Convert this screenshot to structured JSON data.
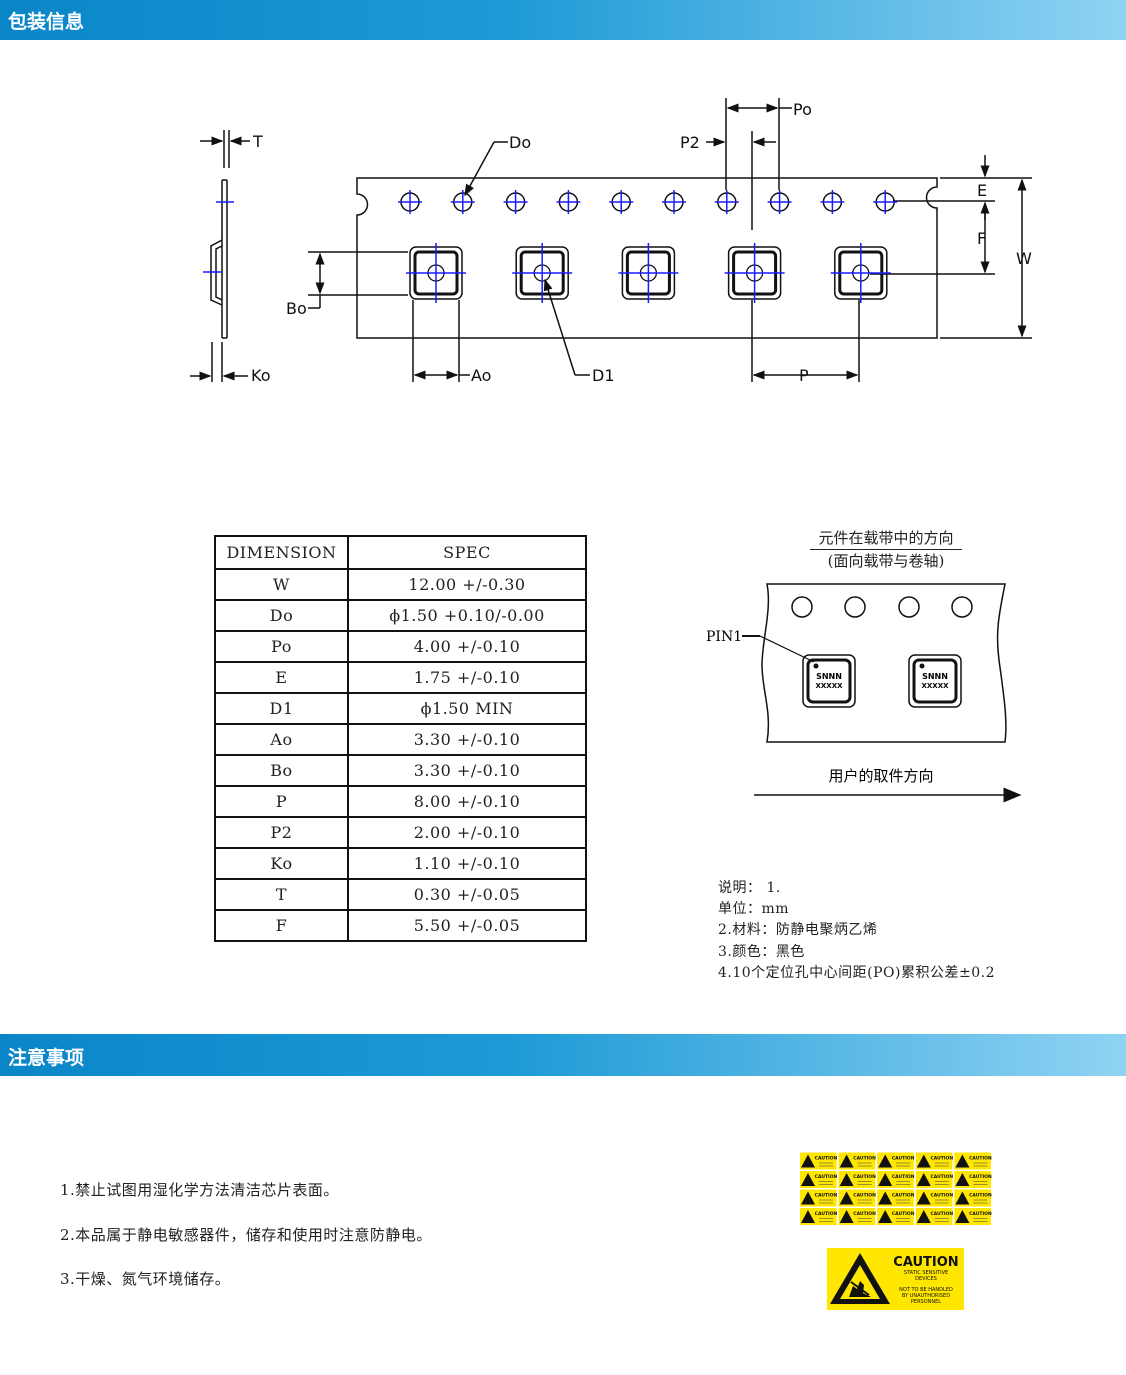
{
  "sections": {
    "packaging_title": "包装信息",
    "precautions_title": "注意事项"
  },
  "drawing": {
    "labels": {
      "t": "T",
      "do": "Do",
      "p2": "P2",
      "po": "Po",
      "e": "E",
      "f": "F",
      "w": "W",
      "bo": "Bo",
      "ko": "Ko",
      "ao": "Ao",
      "d1": "D1",
      "p": "P"
    }
  },
  "spec_table": {
    "headers": [
      "DIMENSION",
      "SPEC"
    ],
    "rows": [
      {
        "dim": "W",
        "spec": "12.00 +/-0.30"
      },
      {
        "dim": "Do",
        "spec": "ϕ1.50 +0.10/-0.00"
      },
      {
        "dim": "Po",
        "spec": "4.00 +/-0.10"
      },
      {
        "dim": "E",
        "spec": "1.75 +/-0.10"
      },
      {
        "dim": "D1",
        "spec": "ϕ1.50 MIN"
      },
      {
        "dim": "Ao",
        "spec": "3.30 +/-0.10"
      },
      {
        "dim": "Bo",
        "spec": "3.30 +/-0.10"
      },
      {
        "dim": "P",
        "spec": "8.00 +/-0.10"
      },
      {
        "dim": "P2",
        "spec": "2.00 +/-0.10"
      },
      {
        "dim": "Ko",
        "spec": "1.10 +/-0.10"
      },
      {
        "dim": "T",
        "spec": "0.30 +/-0.05"
      },
      {
        "dim": "F",
        "spec": "5.50 +/-0.05"
      }
    ]
  },
  "orientation": {
    "title_line1": "元件在载带中的方向",
    "title_line2": "(面向载带与卷轴)",
    "pin_label": "PIN1",
    "chip_text_1": "SNNN",
    "chip_text_2": "XXXXX",
    "direction_label": "用户的取件方向"
  },
  "notes": [
    "说明：    1.",
    "单位：mm",
    "2.材料：防静电聚炳乙烯",
    "3.颜色：黑色",
    "4.10个定位孔中心间距(PO)累积公差±0.2"
  ],
  "precautions": [
    "1.禁止试图用湿化学方法清洁芯片表面。",
    "2.本品属于静电敏感器件，储存和使用时注意防静电。",
    "3.干燥、氮气环境储存。"
  ],
  "caution_label": {
    "title": "CAUTION",
    "line1": "STATIC SENSITIVE",
    "line2": "DEVICES",
    "line3": "NOT TO BE HANDLED",
    "line4": "BY UNAUTHORISED",
    "line5": "PERSONNEL"
  },
  "colors": {
    "banner": "#0a86c8",
    "centerline": "#1a1aff",
    "caution": "#ffe600"
  }
}
